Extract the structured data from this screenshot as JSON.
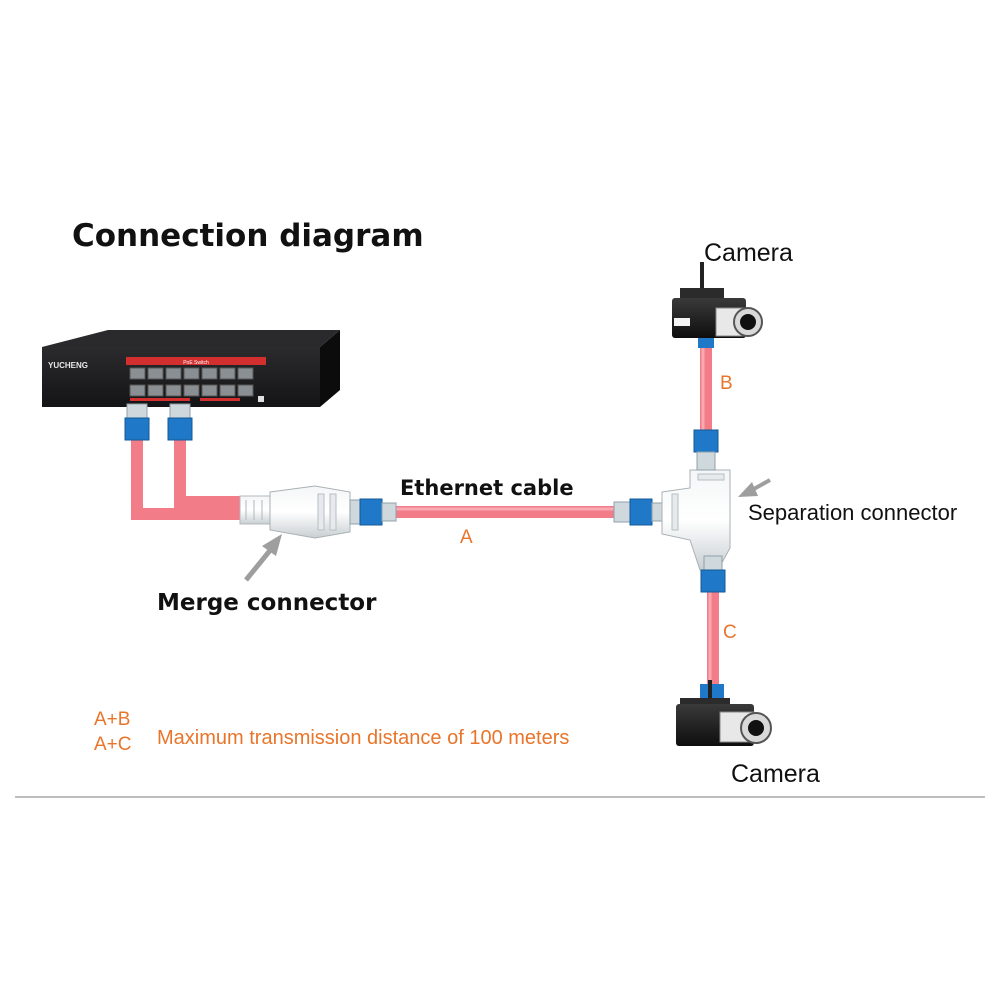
{
  "title": "Connection diagram",
  "switch": {
    "brand": "YUCHENG",
    "panel_label": "PoE Switch"
  },
  "labels": {
    "ethernet_cable": "Ethernet cable",
    "merge_connector": "Merge connector",
    "separation_connector": "Separation connector",
    "camera_top": "Camera",
    "camera_bottom": "Camera",
    "segment_a": "A",
    "segment_b": "B",
    "segment_c": "C"
  },
  "legend": {
    "combo_1": "A+B",
    "combo_2": "A+C",
    "note": "Maximum transmission distance of 100 meters"
  },
  "colors": {
    "cable": "#f27c88",
    "cable_edge": "#e0606e",
    "connector_blue": "#1f78c8",
    "connector_clear": "#cfd8dc",
    "accent_orange": "#e8752a",
    "switch_red": "#d32f2f",
    "switch_body": "#1b1b1d",
    "divider": "#bdbdbd"
  }
}
